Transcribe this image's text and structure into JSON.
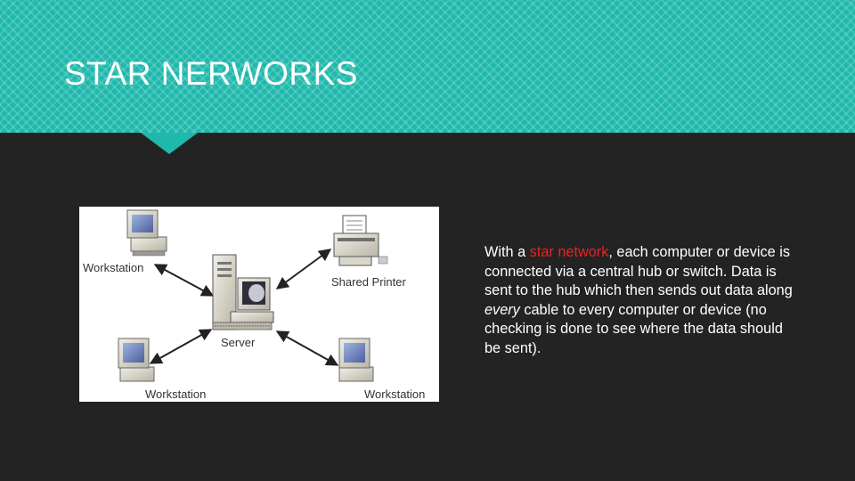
{
  "slide": {
    "title": "STAR NERWORKS",
    "colors": {
      "header": "#1fb9ac",
      "background": "#232323",
      "highlight": "#e8231f",
      "text": "#ffffff"
    }
  },
  "diagram": {
    "labels": {
      "workstation_top_left": "Workstation",
      "shared_printer": "Shared Printer",
      "server": "Server",
      "workstation_bottom_left": "Workstation",
      "workstation_bottom_right": "Workstation"
    }
  },
  "description": {
    "part1": "With a ",
    "highlight": "star network",
    "part2": ", each computer or device is connected via a central hub or switch. Data is sent to the hub which then sends out data along ",
    "emphasis": "every",
    "part3": " cable to every computer or device (no checking is done to see where the data should be sent)."
  }
}
